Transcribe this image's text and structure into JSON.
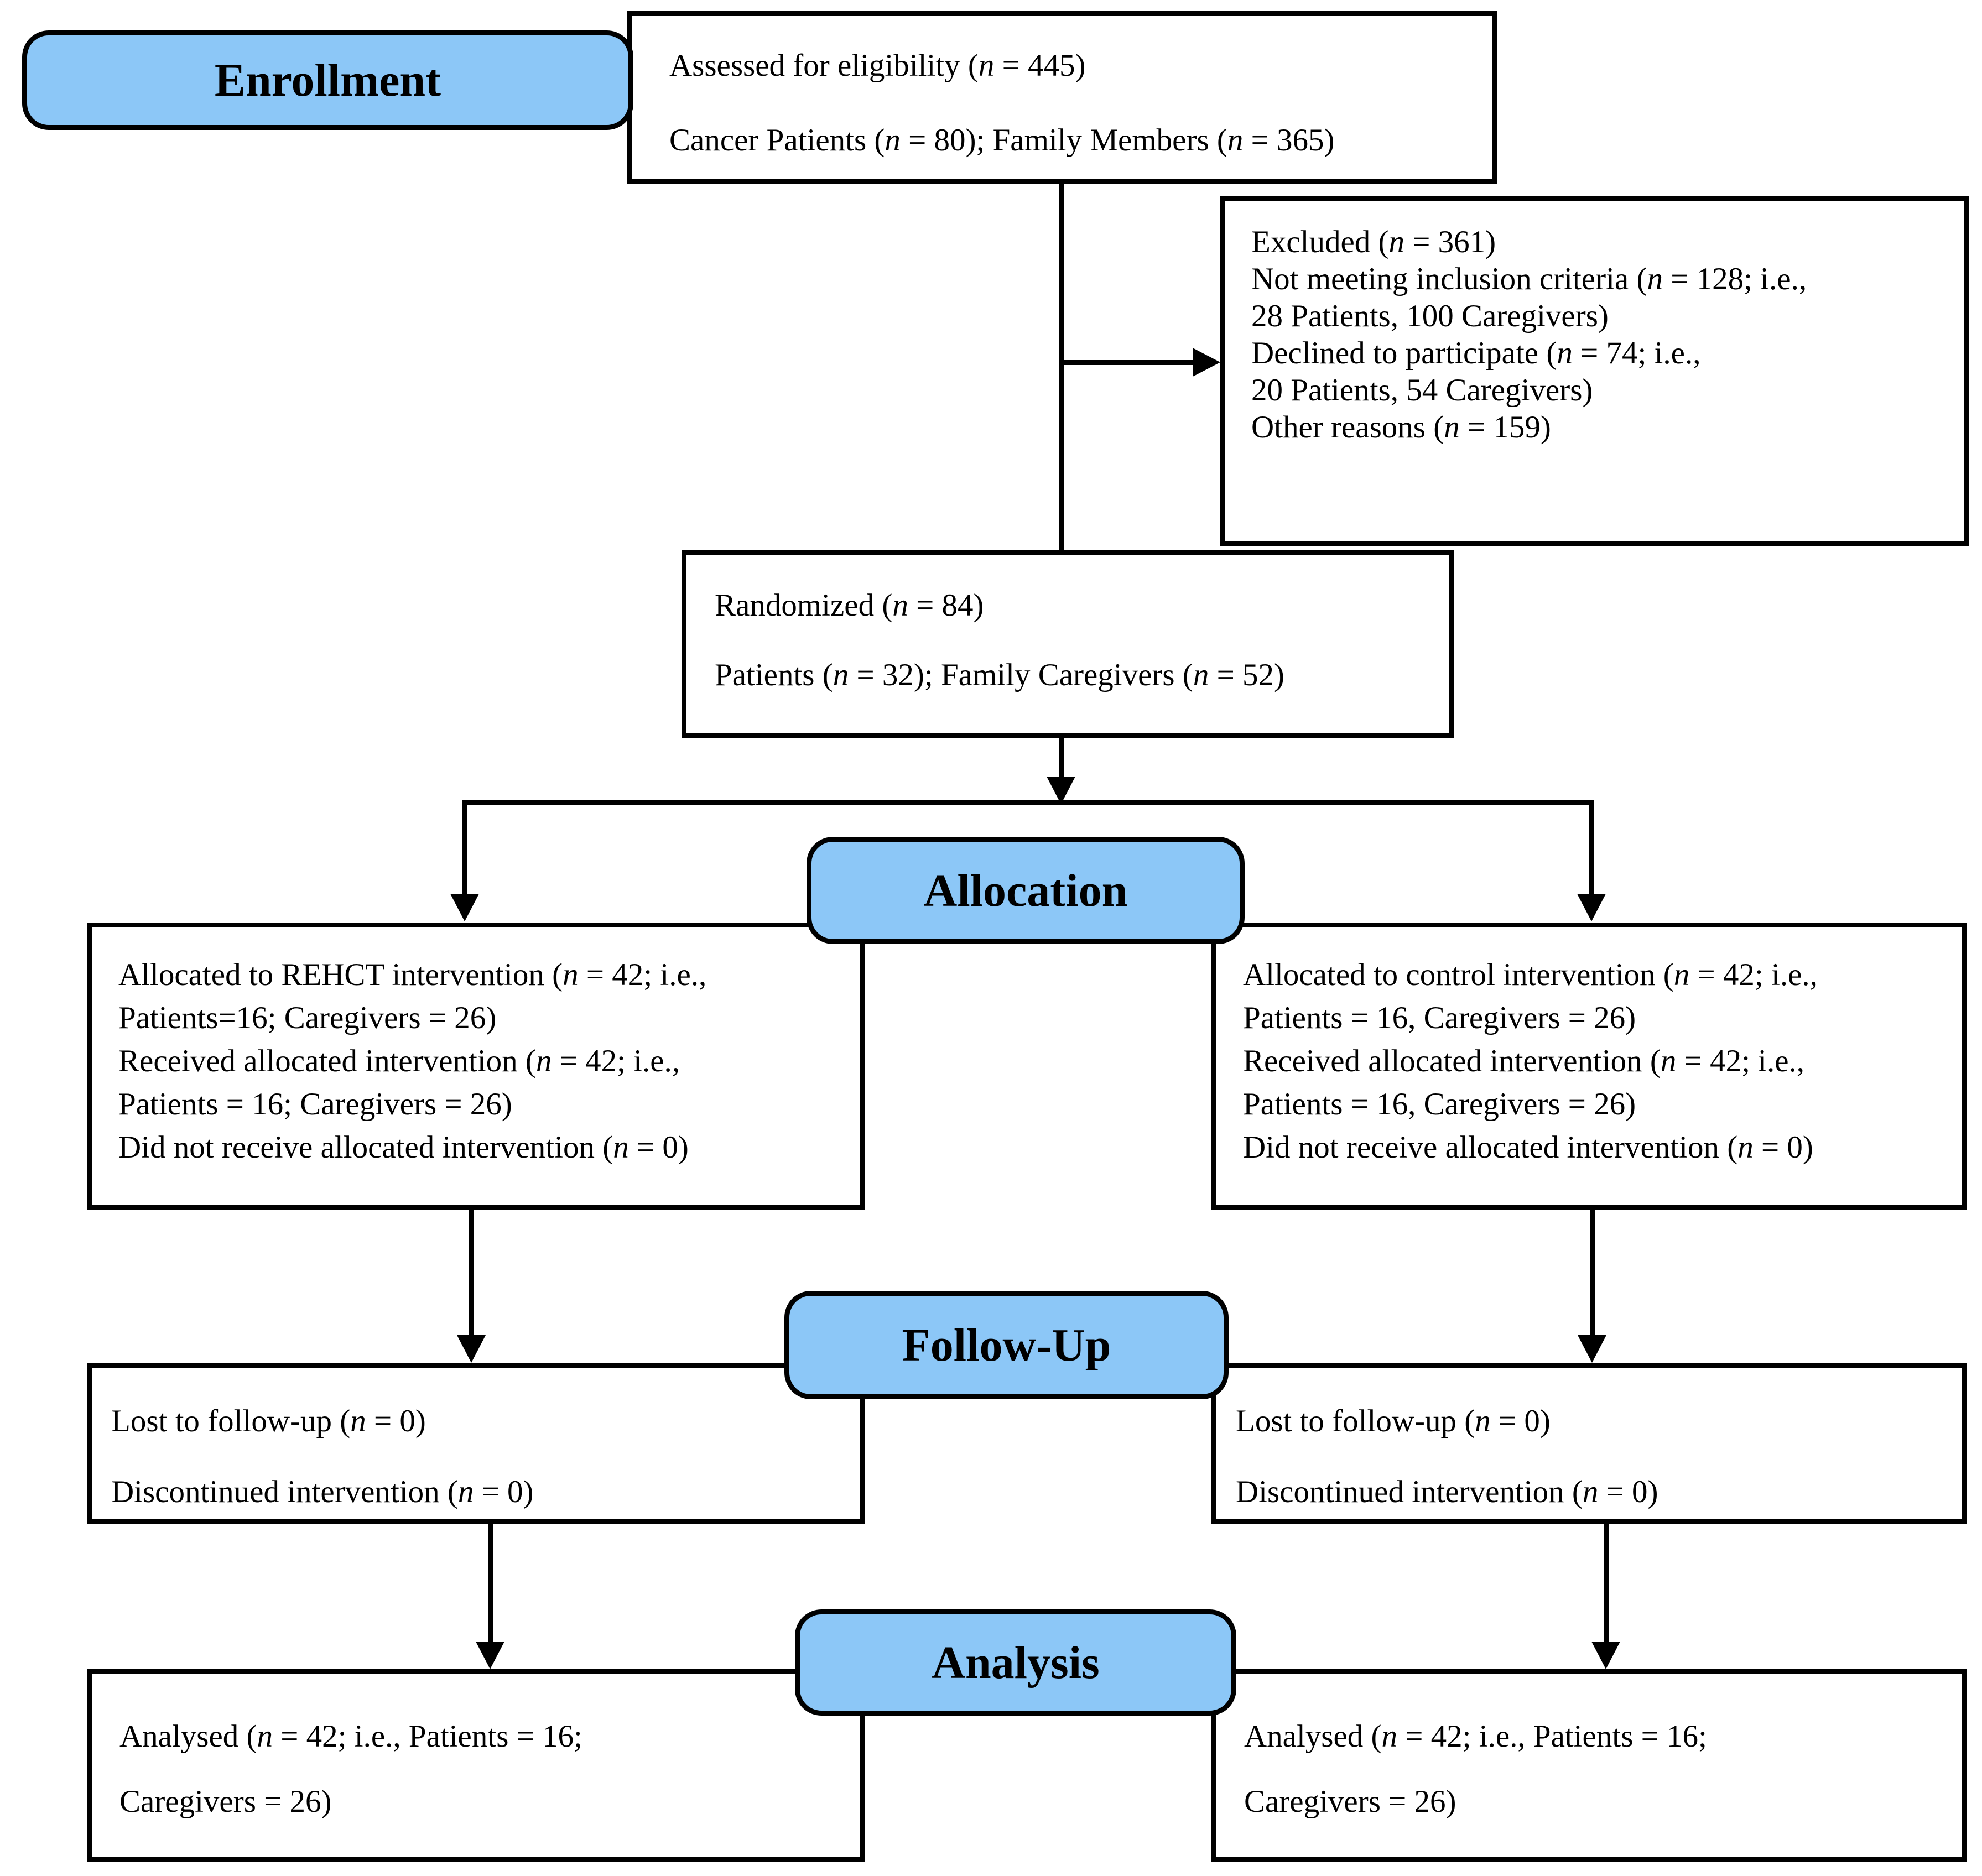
{
  "colors": {
    "stage_fill": "#8CC7F7",
    "box_background": "#FFFFFF",
    "line": "#000000"
  },
  "stages": {
    "enrollment": "Enrollment",
    "allocation": "Allocation",
    "followup": "Follow-Up",
    "analysis": "Analysis"
  },
  "boxes": {
    "assessed": {
      "lines": [
        "Assessed for eligibility (n = 445)",
        "Cancer Patients (n = 80); Family Members (n = 365)"
      ]
    },
    "excluded": {
      "lines": [
        "Excluded (n = 361)",
        "Not meeting inclusion criteria (n = 128; i.e.,",
        "28 Patients, 100 Caregivers)",
        "Declined to participate (n = 74; i.e.,",
        "20 Patients, 54 Caregivers)",
        "Other reasons (n = 159)"
      ]
    },
    "randomized": {
      "lines": [
        "Randomized (n = 84)",
        "Patients (n = 32); Family Caregivers (n = 52)"
      ]
    },
    "allocation_rehct": {
      "lines": [
        "Allocated to REHCT intervention (n = 42; i.e.,",
        "Patients=16; Caregivers = 26)",
        "Received allocated intervention (n = 42; i.e.,",
        "Patients = 16; Caregivers = 26)",
        "Did not receive allocated intervention (n = 0)"
      ]
    },
    "allocation_control": {
      "lines": [
        "Allocated to control intervention (n = 42; i.e.,",
        "Patients = 16, Caregivers = 26)",
        "Received allocated intervention (n = 42; i.e.,",
        "Patients = 16, Caregivers = 26)",
        "Did not receive allocated intervention (n = 0)"
      ]
    },
    "followup_rehct": {
      "lines": [
        "Lost to follow-up (n = 0)",
        "Discontinued intervention (n = 0)"
      ]
    },
    "followup_control": {
      "lines": [
        "Lost to follow-up (n = 0)",
        "Discontinued intervention (n = 0)"
      ]
    },
    "analysis_rehct": {
      "lines": [
        "Analysed (n = 42; i.e., Patients = 16;",
        "Caregivers = 26)"
      ]
    },
    "analysis_control": {
      "lines": [
        "Analysed (n = 42; i.e., Patients = 16;",
        "Caregivers = 26)"
      ]
    }
  }
}
